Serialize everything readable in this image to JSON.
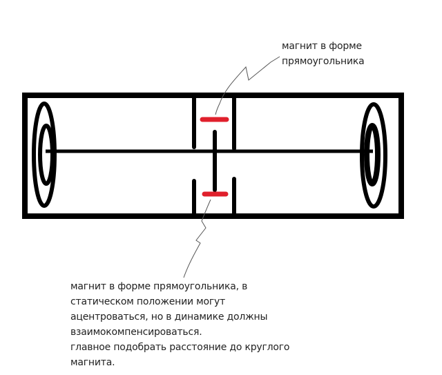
{
  "labels": {
    "top": [
      "магнит в форме",
      "прямоугольника"
    ],
    "bottom": [
      "магнит в форме прямоугольника, в",
      "статическом положении могут",
      "ацентроваться, но в динамике должны",
      "взаимокомпенсироваться.",
      "главное подобрать расстояние до круглого",
      "магнита."
    ]
  },
  "colors": {
    "stroke": "#000000",
    "magnet": "#e0202c",
    "leader": "#555555"
  }
}
